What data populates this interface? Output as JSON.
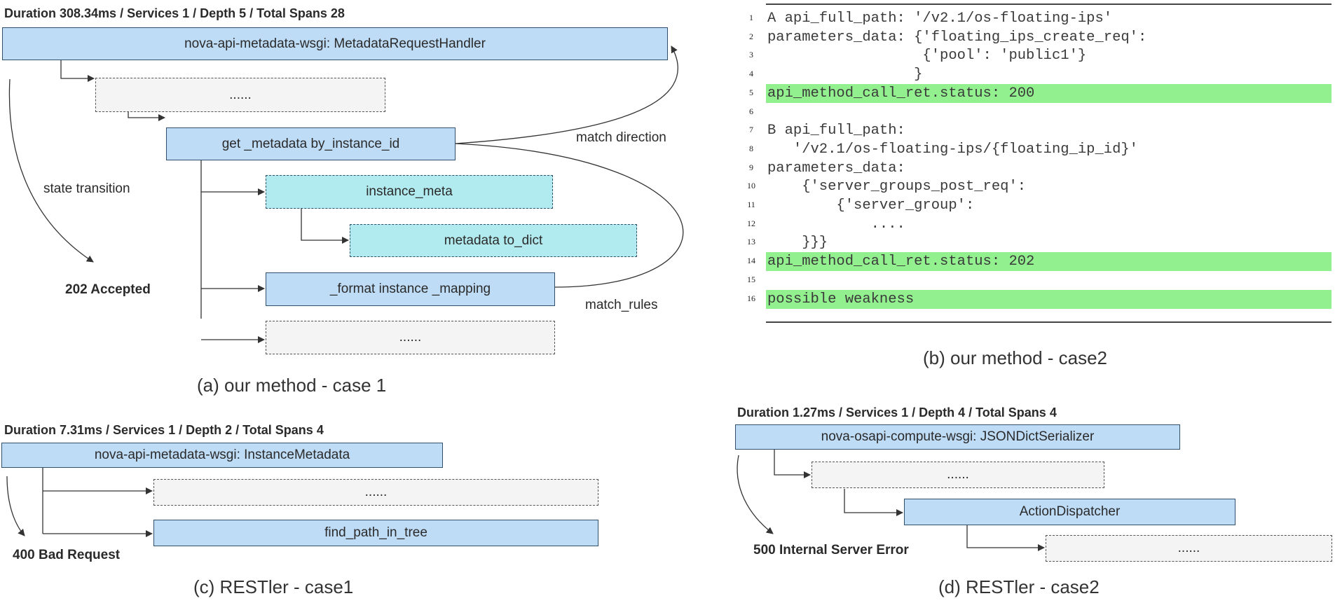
{
  "panel_a": {
    "header": "Duration 308.34ms / Services 1 / Depth 5 / Total Spans 28",
    "spans": {
      "root": "nova-api-metadata-wsgi: MetadataRequestHandler",
      "ellipsis1": "......",
      "get_metadata": "get _metadata by_instance_id",
      "instance_meta": "instance_meta",
      "metadata_to_dict": "metadata to_dict",
      "format_mapping": "_format instance _mapping",
      "ellipsis2": "......"
    },
    "labels": {
      "state_transition": "state transition",
      "match_direction": "match direction",
      "match_rules": "match_rules"
    },
    "status": "202 Accepted",
    "caption": "(a) our method - case 1"
  },
  "panel_b": {
    "lines": [
      {
        "n": "1",
        "text": "A api_full_path: '/v2.1/os-floating-ips'",
        "hl": false
      },
      {
        "n": "2",
        "text": "parameters_data: {'floating_ips_create_req':",
        "hl": false
      },
      {
        "n": "3",
        "text": "                  {'pool': 'public1'}",
        "hl": false
      },
      {
        "n": "4",
        "text": "                 }",
        "hl": false
      },
      {
        "n": "5",
        "text": "api_method_call_ret.status: 200",
        "hl": true
      },
      {
        "n": "6",
        "text": "",
        "hl": false
      },
      {
        "n": "7",
        "text": "B api_full_path:",
        "hl": false
      },
      {
        "n": "8",
        "text": "   '/v2.1/os-floating-ips/{floating_ip_id}'",
        "hl": false
      },
      {
        "n": "9",
        "text": "parameters_data:",
        "hl": false
      },
      {
        "n": "10",
        "text": "    {'server_groups_post_req':",
        "hl": false
      },
      {
        "n": "11",
        "text": "        {'server_group':",
        "hl": false
      },
      {
        "n": "12",
        "text": "            ....",
        "hl": false
      },
      {
        "n": "13",
        "text": "    }}}",
        "hl": false
      },
      {
        "n": "14",
        "text": "api_method_call_ret.status: 202",
        "hl": true
      },
      {
        "n": "15",
        "text": "",
        "hl": false
      },
      {
        "n": "16",
        "text": "possible weakness",
        "hl": true
      }
    ],
    "caption": "(b) our method - case2"
  },
  "panel_c": {
    "header": "Duration 7.31ms / Services 1 / Depth 2 / Total Spans 4",
    "spans": {
      "root": "nova-api-metadata-wsgi: InstanceMetadata",
      "ellipsis": "......",
      "find_path": "find_path_in_tree"
    },
    "status": "400 Bad Request",
    "caption": "(c) RESTler - case1"
  },
  "panel_d": {
    "header": "Duration 1.27ms / Services 1 / Depth 4 / Total Spans 4",
    "spans": {
      "root": "nova-osapi-compute-wsgi: JSONDictSerializer",
      "ellipsis1": "......",
      "action_dispatcher": "ActionDispatcher",
      "ellipsis2": "......"
    },
    "status": "500 Internal Server Error",
    "caption": "(d) RESTler - case2"
  },
  "colors": {
    "span_blue": "#bfdcf7",
    "span_cyan": "#b2ebef",
    "span_placeholder": "#f4f4f4",
    "highlight_green": "#93f08f"
  }
}
